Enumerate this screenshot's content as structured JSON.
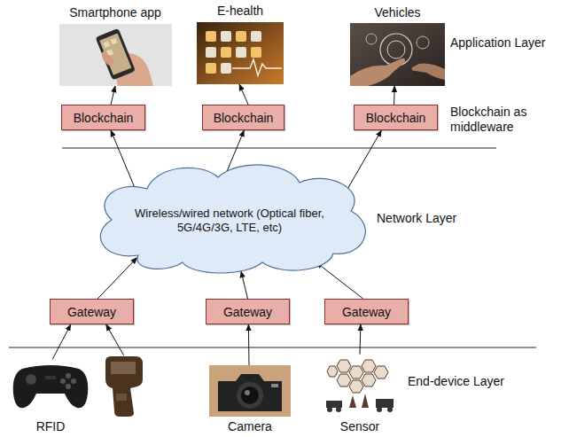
{
  "diagram": {
    "nodes": [
      {
        "text": [
          "Smartphone app"
        ]
      },
      {
        "text": [
          "E-health"
        ]
      },
      {
        "text": [
          "Vehicles"
        ]
      },
      {
        "text": [
          "Blockchain"
        ]
      },
      {
        "text": [
          "Blockchain"
        ]
      },
      {
        "text": [
          "Blockchain"
        ]
      },
      {
        "text": [
          "Wireless/wired network (Optical fiber, 5G/4G/3G, LTE, etc)"
        ]
      },
      {
        "text": [
          "Gateway"
        ]
      },
      {
        "text": [
          "Gateway"
        ]
      },
      {
        "text": [
          "Gateway"
        ]
      },
      {
        "text": [
          "RFID"
        ]
      },
      {
        "text": [
          "Camera"
        ]
      },
      {
        "text": [
          "Sensor"
        ]
      }
    ],
    "edges": [
      {
        "from": 3,
        "to": 0,
        "arrow": "to"
      },
      {
        "from": 4,
        "to": 1,
        "arrow": "to"
      },
      {
        "from": 5,
        "to": 2,
        "arrow": "to"
      },
      {
        "from": 6,
        "to": 3,
        "arrow": "to"
      },
      {
        "from": 6,
        "to": 4,
        "arrow": "to"
      },
      {
        "from": 6,
        "to": 5,
        "arrow": "to"
      },
      {
        "from": 7,
        "to": 6,
        "arrow": "to"
      },
      {
        "from": 8,
        "to": 6,
        "arrow": "to"
      },
      {
        "from": 9,
        "to": 6,
        "arrow": "to"
      },
      {
        "from": 10,
        "to": 7,
        "arrow": "to"
      },
      {
        "from": 10,
        "to": 7,
        "arrow": "to"
      },
      {
        "from": 11,
        "to": 8,
        "arrow": "to"
      },
      {
        "from": 12,
        "to": 9,
        "arrow": "to"
      }
    ],
    "labels": [
      "Application Layer",
      "Blockchain as middleware",
      "Network Layer",
      "End-device Layer"
    ]
  }
}
